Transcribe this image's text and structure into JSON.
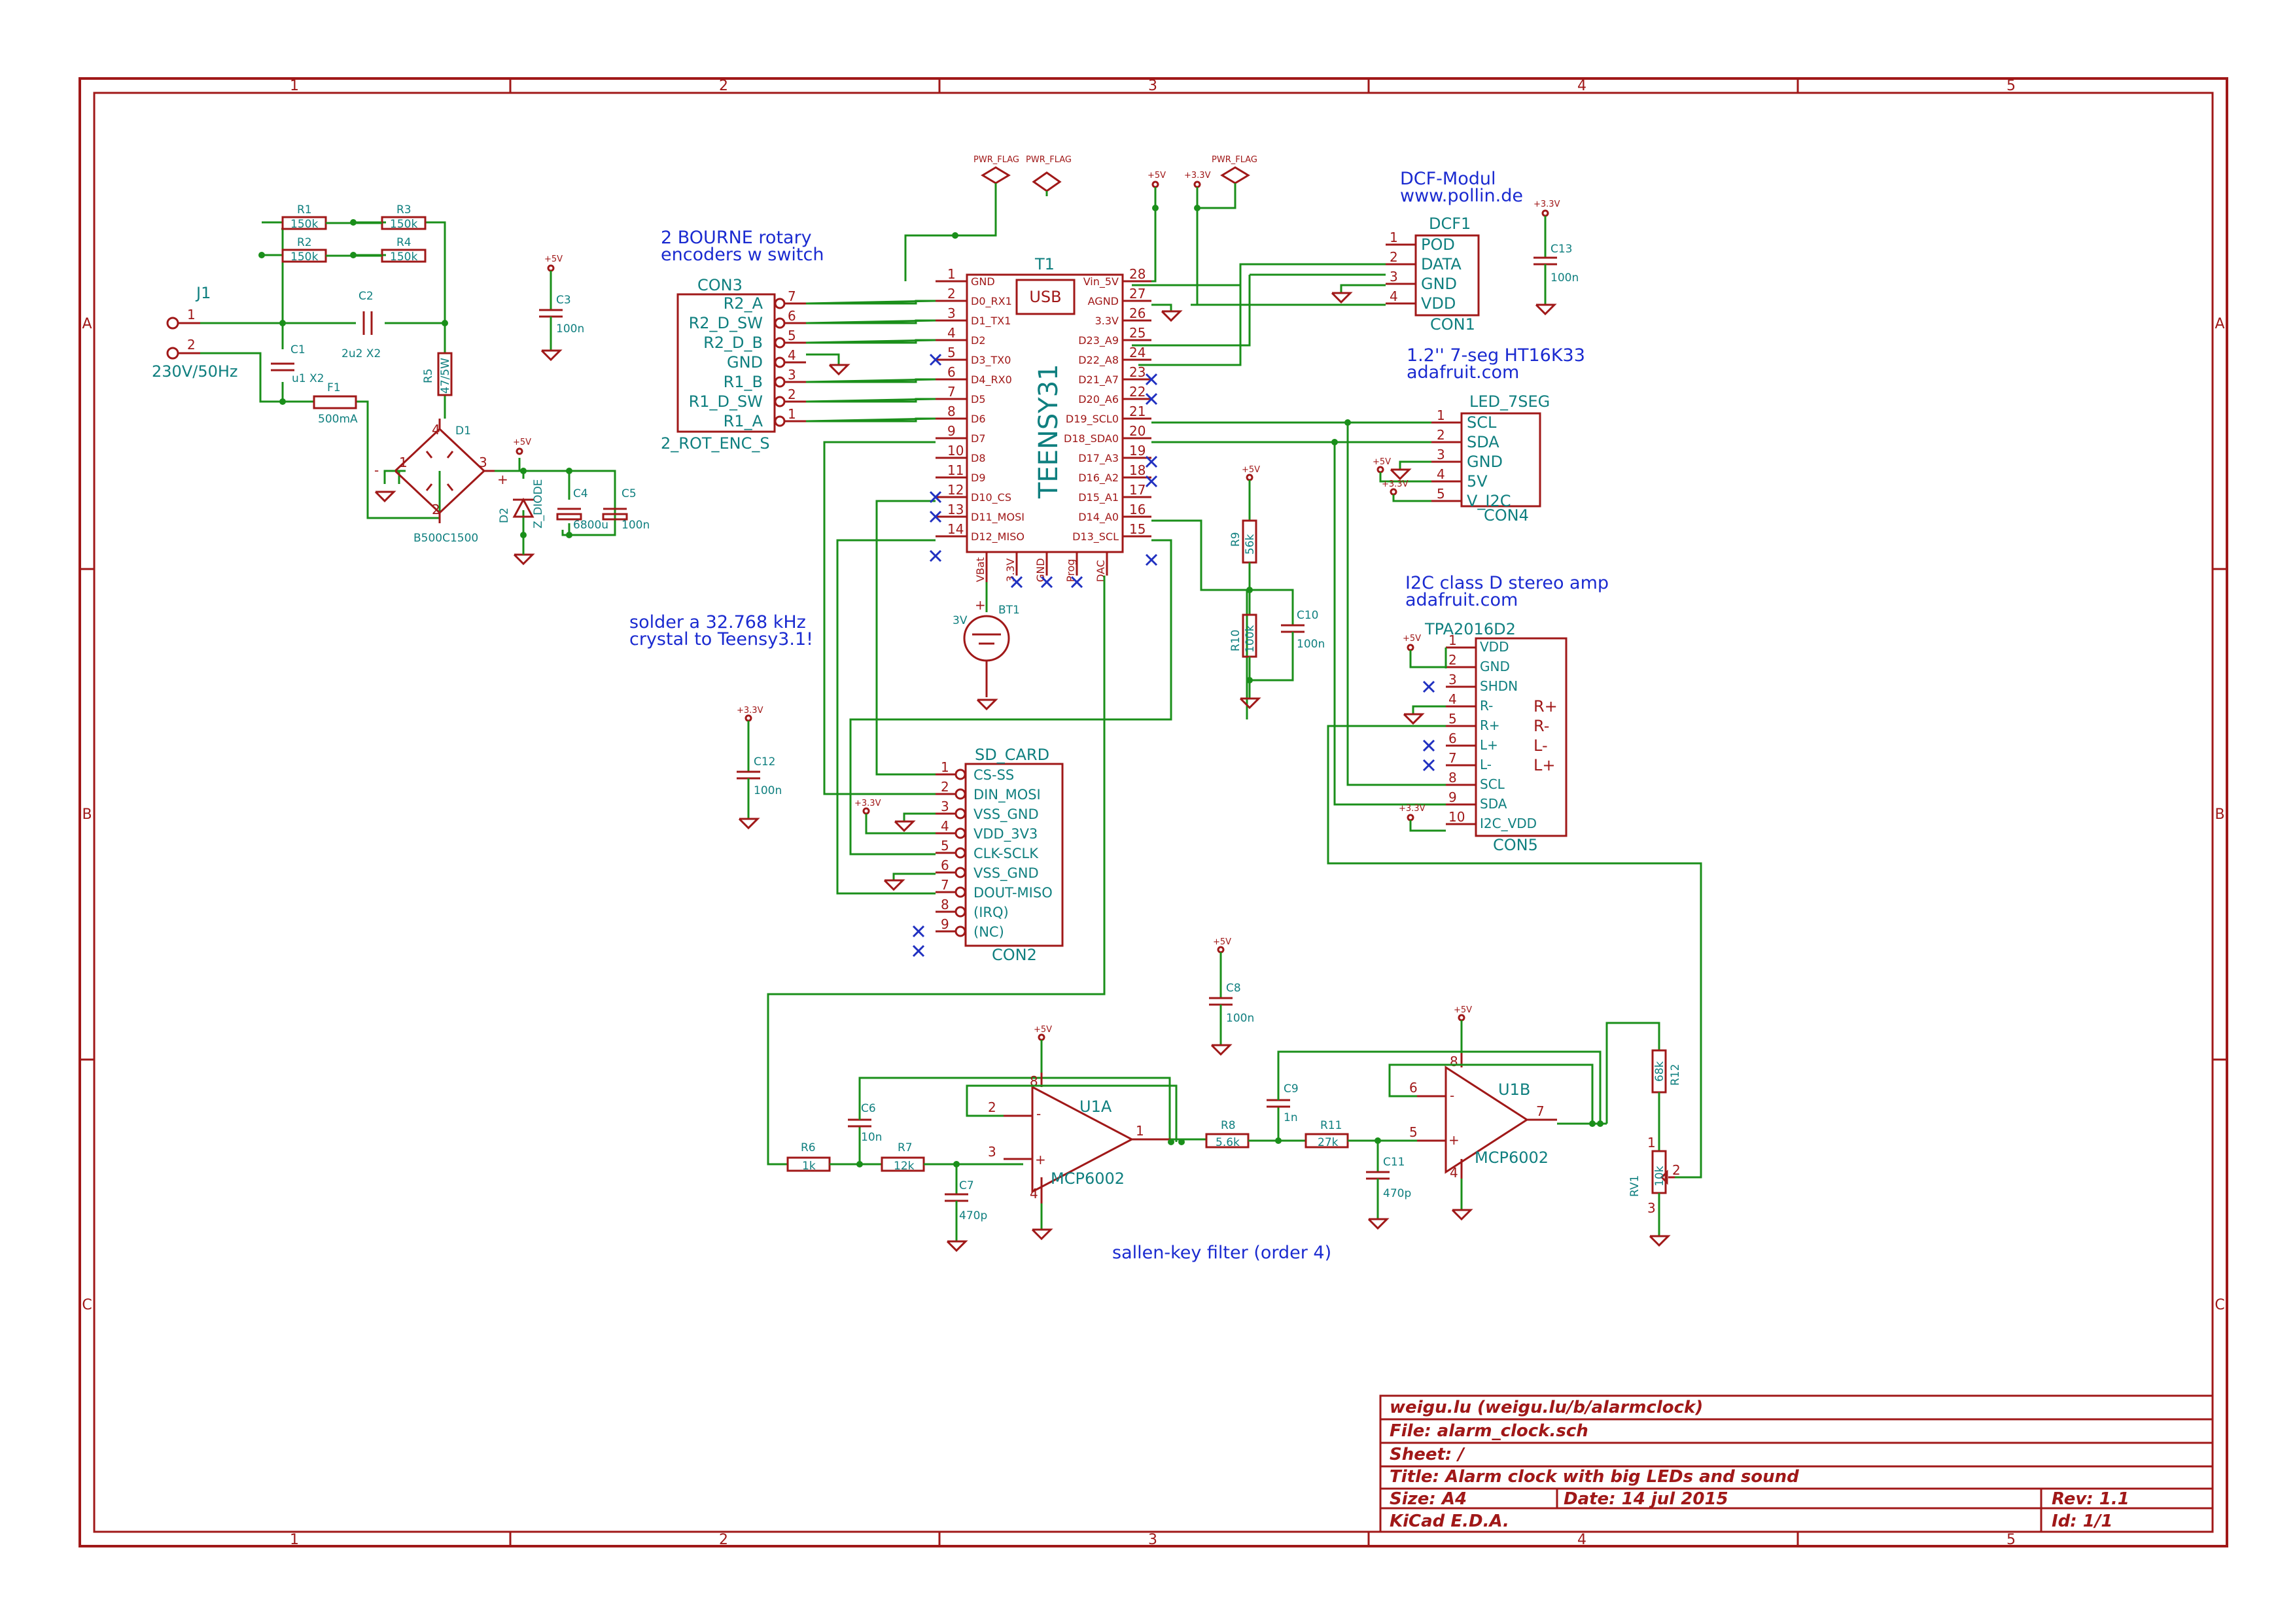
{
  "sheet": {
    "col_labels": [
      "1",
      "2",
      "3",
      "4",
      "5"
    ],
    "row_labels": [
      "A",
      "B",
      "C"
    ]
  },
  "title_block": {
    "company": "weigu.lu (weigu.lu/b/alarmclock)",
    "file": "File: alarm_clock.sch",
    "sheet": "Sheet: /",
    "title": "Title: Alarm clock with big LEDs and sound",
    "size": "Size: A4",
    "date": "Date: 14 jul 2015",
    "rev": "Rev: 1.1",
    "tool": "KiCad E.D.A.",
    "id": "Id: 1/1"
  },
  "notes": {
    "rotary": [
      "2 BOURNE rotary",
      "encoders w switch"
    ],
    "dcf": [
      "DCF-Modul",
      "www.pollin.de"
    ],
    "seg": [
      "1.2'' 7-seg HT16K33",
      "adafruit.com"
    ],
    "amp": [
      "I2C class D stereo amp",
      "adafruit.com"
    ],
    "crystal": [
      "solder a 32.768 kHz",
      "crystal to Teensy3.1!"
    ],
    "filter": "sallen-key filter (order 4)"
  },
  "power": {
    "mains": "230V/50Hz",
    "j1": "J1",
    "c1": "C1",
    "c1_val": "u1 X2",
    "c2": "C2",
    "c2_val": "2u2 X2",
    "f1": "F1",
    "f1_val": "500mA",
    "r1": "R1",
    "r2": "R2",
    "r3": "R3",
    "r4": "R4",
    "res_val": "150k",
    "r5": "R5",
    "r5_val": "47/5W",
    "d1": "D1",
    "d1_val": "B500C1500",
    "d2": "D2",
    "d2_val": "Z_DIODE",
    "c4": "C4",
    "c4_val": "6800u",
    "c5": "C5",
    "c5_val": "100n",
    "c3": "C3",
    "c3_val": "100n",
    "plus5v": "+5V",
    "plus33v": "+3.3V",
    "pwr_flag": "PWR_FLAG"
  },
  "teensy": {
    "ref": "T1",
    "usb": "USB",
    "name": "TEENSY31",
    "left_pins": [
      {
        "num": "1",
        "name": "GND"
      },
      {
        "num": "2",
        "name": "D0_RX1"
      },
      {
        "num": "3",
        "name": "D1_TX1"
      },
      {
        "num": "4",
        "name": "D2"
      },
      {
        "num": "5",
        "name": "D3_TX0"
      },
      {
        "num": "6",
        "name": "D4_RX0"
      },
      {
        "num": "7",
        "name": "D5"
      },
      {
        "num": "8",
        "name": "D6"
      },
      {
        "num": "9",
        "name": "D7"
      },
      {
        "num": "10",
        "name": "D8"
      },
      {
        "num": "11",
        "name": "D9"
      },
      {
        "num": "12",
        "name": "D10_CS"
      },
      {
        "num": "13",
        "name": "D11_MOSI"
      },
      {
        "num": "14",
        "name": "D12_MISO"
      }
    ],
    "right_pins": [
      {
        "num": "28",
        "name": "Vin_5V"
      },
      {
        "num": "27",
        "name": "AGND"
      },
      {
        "num": "26",
        "name": "3.3V"
      },
      {
        "num": "25",
        "name": "D23_A9"
      },
      {
        "num": "24",
        "name": "D22_A8"
      },
      {
        "num": "23",
        "name": "D21_A7"
      },
      {
        "num": "22",
        "name": "D20_A6"
      },
      {
        "num": "21",
        "name": "D19_SCL0"
      },
      {
        "num": "20",
        "name": "D18_SDA0"
      },
      {
        "num": "19",
        "name": "D17_A3"
      },
      {
        "num": "18",
        "name": "D16_A2"
      },
      {
        "num": "17",
        "name": "D15_A1"
      },
      {
        "num": "16",
        "name": "D14_A0"
      },
      {
        "num": "15",
        "name": "D13_SCL"
      }
    ],
    "bottom_pins": [
      "VBat",
      "3.3V",
      "GND",
      "Prog",
      "DAC"
    ],
    "bt1": "BT1",
    "bt1_val": "3V"
  },
  "con3": {
    "ref": "CON3",
    "value": "2_ROT_ENC_S",
    "pins": [
      {
        "num": "7",
        "name": "R2_A"
      },
      {
        "num": "6",
        "name": "R2_D_SW"
      },
      {
        "num": "5",
        "name": "R2_D_B"
      },
      {
        "num": "4",
        "name": "GND"
      },
      {
        "num": "3",
        "name": "R1_B"
      },
      {
        "num": "2",
        "name": "R1_D_SW"
      },
      {
        "num": "1",
        "name": "R1_A"
      }
    ]
  },
  "dcf1": {
    "ref": "DCF1",
    "value": "CON1",
    "pins": [
      {
        "num": "1",
        "name": "POD"
      },
      {
        "num": "2",
        "name": "DATA"
      },
      {
        "num": "3",
        "name": "GND"
      },
      {
        "num": "4",
        "name": "VDD"
      }
    ],
    "c13": "C13",
    "c13_val": "100n"
  },
  "led": {
    "ref": "LED_7SEG",
    "value": "CON4",
    "pins": [
      {
        "num": "1",
        "name": "SCL"
      },
      {
        "num": "2",
        "name": "SDA"
      },
      {
        "num": "3",
        "name": "GND"
      },
      {
        "num": "4",
        "name": "5V"
      },
      {
        "num": "5",
        "name": "V_I2C"
      }
    ]
  },
  "amp": {
    "ref": "TPA2016D2",
    "value": "CON5",
    "pins": [
      {
        "num": "1",
        "name": "VDD"
      },
      {
        "num": "2",
        "name": "GND"
      },
      {
        "num": "3",
        "name": "SHDN"
      },
      {
        "num": "4",
        "name": "R-"
      },
      {
        "num": "5",
        "name": "R+"
      },
      {
        "num": "6",
        "name": "L+"
      },
      {
        "num": "7",
        "name": "L-"
      },
      {
        "num": "8",
        "name": "SCL"
      },
      {
        "num": "9",
        "name": "SDA"
      },
      {
        "num": "10",
        "name": "I2C_VDD"
      }
    ],
    "outputs": [
      "R+",
      "R-",
      "L-",
      "L+"
    ]
  },
  "sd": {
    "ref": "SD_CARD",
    "value": "CON2",
    "pins": [
      {
        "num": "1",
        "name": "CS-SS"
      },
      {
        "num": "2",
        "name": "DIN_MOSI"
      },
      {
        "num": "3",
        "name": "VSS_GND"
      },
      {
        "num": "4",
        "name": "VDD_3V3"
      },
      {
        "num": "5",
        "name": "CLK-SCLK"
      },
      {
        "num": "6",
        "name": "VSS_GND"
      },
      {
        "num": "7",
        "name": "DOUT-MISO"
      },
      {
        "num": "8",
        "name": "(IRQ)"
      },
      {
        "num": "9",
        "name": "(NC)"
      }
    ],
    "c12": "C12",
    "c12_val": "100n"
  },
  "filter": {
    "u1a": "U1A",
    "u1b": "U1B",
    "opamp": "MCP6002",
    "r6": "R6",
    "r6_val": "1k",
    "r7": "R7",
    "r7_val": "12k",
    "r8": "R8",
    "r8_val": "5.6k",
    "r9": "R9",
    "r9_val": "56k",
    "r10": "R10",
    "r10_val": "100k",
    "r11": "R11",
    "r11_val": "27k",
    "r12": "R12",
    "r12_val": "68k",
    "rv1": "RV1",
    "rv1_val": "10k",
    "c6": "C6",
    "c6_val": "10n",
    "c7": "C7",
    "c7_val": "470p",
    "c8": "C8",
    "c8_val": "100n",
    "c9": "C9",
    "c9_val": "1n",
    "c10": "C10",
    "c10_val": "100n",
    "c11": "C11",
    "c11_val": "470p"
  },
  "colors": {
    "frame": "#a01818",
    "wire": "#1a8f1a",
    "label": "#0f7f7f",
    "note": "#1a2ad0",
    "noconnect": "#2030c0"
  }
}
